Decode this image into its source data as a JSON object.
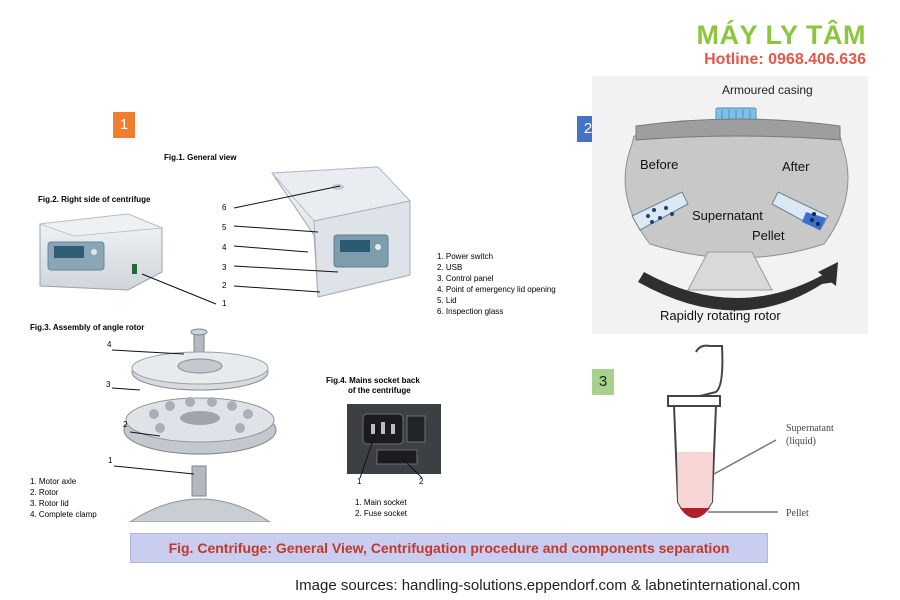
{
  "brand": {
    "title": "MÁY LY TÂM",
    "hotline": "Hotline: 0968.406.636"
  },
  "panels": [
    {
      "number": "1",
      "color": "#f07e2e"
    },
    {
      "number": "2",
      "color": "#4472c4"
    },
    {
      "number": "3",
      "color": "#a9d18e"
    }
  ],
  "fig1": {
    "title": "Fig.1. General view",
    "callouts": [
      "6",
      "5",
      "4",
      "3",
      "2",
      "1"
    ],
    "legend": [
      "1. Power switch",
      "2. USB",
      "3. Control panel",
      "4. Point of emergency lid opening",
      "5. Lid",
      "6. Inspection glass"
    ]
  },
  "fig2": {
    "title": "Fig.2. Right side of centrifuge"
  },
  "fig3": {
    "title": "Fig.3. Assembly of angle rotor",
    "callouts": [
      "4",
      "3",
      "2",
      "1"
    ],
    "legend": [
      "1. Motor axle",
      "2. Rotor",
      "3. Rotor lid",
      "4. Complete clamp"
    ]
  },
  "fig4": {
    "title_line1": "Fig.4. Mains socket back",
    "title_line2": "of the centrifuge",
    "callouts": [
      "1",
      "2"
    ],
    "legend": [
      "1. Main socket",
      "2. Fuse socket"
    ]
  },
  "panel2": {
    "armoured": "Armoured casing",
    "before": "Before",
    "after": "After",
    "supernatant": "Supernatant",
    "pellet": "Pellet",
    "rotor": "Rapidly rotating rotor"
  },
  "panel3": {
    "supernatant_line1": "Supernatant",
    "supernatant_line2": "(liquid)",
    "pellet": "Pellet"
  },
  "caption": "Fig. Centrifuge: General View, Centrifugation procedure and components separation",
  "sources": "Image sources: handling-solutions.eppendorf.com & labnetinternational.com"
}
